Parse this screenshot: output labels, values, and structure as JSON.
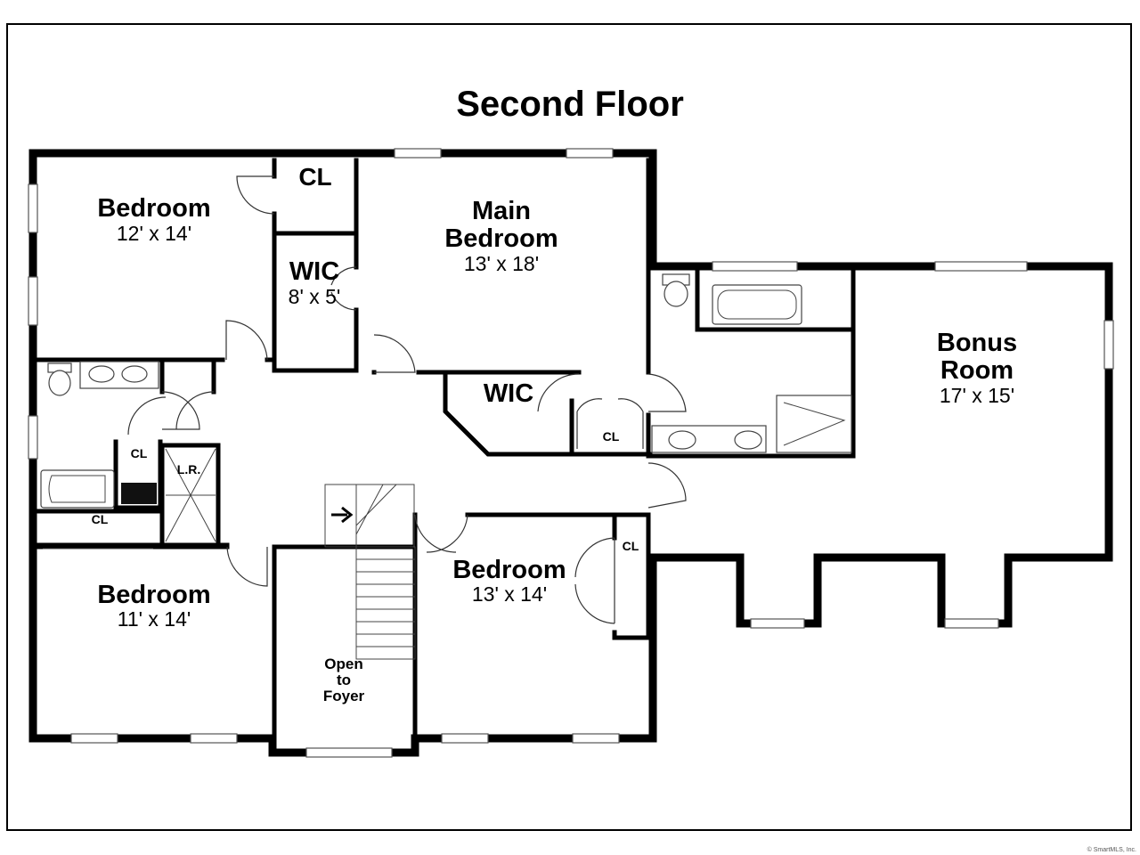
{
  "title": "Second Floor",
  "rooms": {
    "bedroom_nw": {
      "name": "Bedroom",
      "dim": "12' x 14'"
    },
    "main_bedroom": {
      "name_line1": "Main",
      "name_line2": "Bedroom",
      "dim": "13' x 18'"
    },
    "bonus_room": {
      "name_line1": "Bonus",
      "name_line2": "Room",
      "dim": "17' x 15'"
    },
    "bedroom_sw": {
      "name": "Bedroom",
      "dim": "11' x 14'"
    },
    "bedroom_s": {
      "name": "Bedroom",
      "dim": "13' x 14'"
    }
  },
  "labels": {
    "cl_top": "CL",
    "wic_small": "WIC",
    "wic_small_dim": "8' x 5'",
    "wic_main": "WIC",
    "cl_main": "CL",
    "cl_bath": "CL",
    "cl_hall": "CL",
    "lr": "L.R.",
    "cl_s": "CL",
    "foyer_1": "Open",
    "foyer_2": "to",
    "foyer_3": "Foyer"
  },
  "copyright": "© SmartMLS, Inc."
}
